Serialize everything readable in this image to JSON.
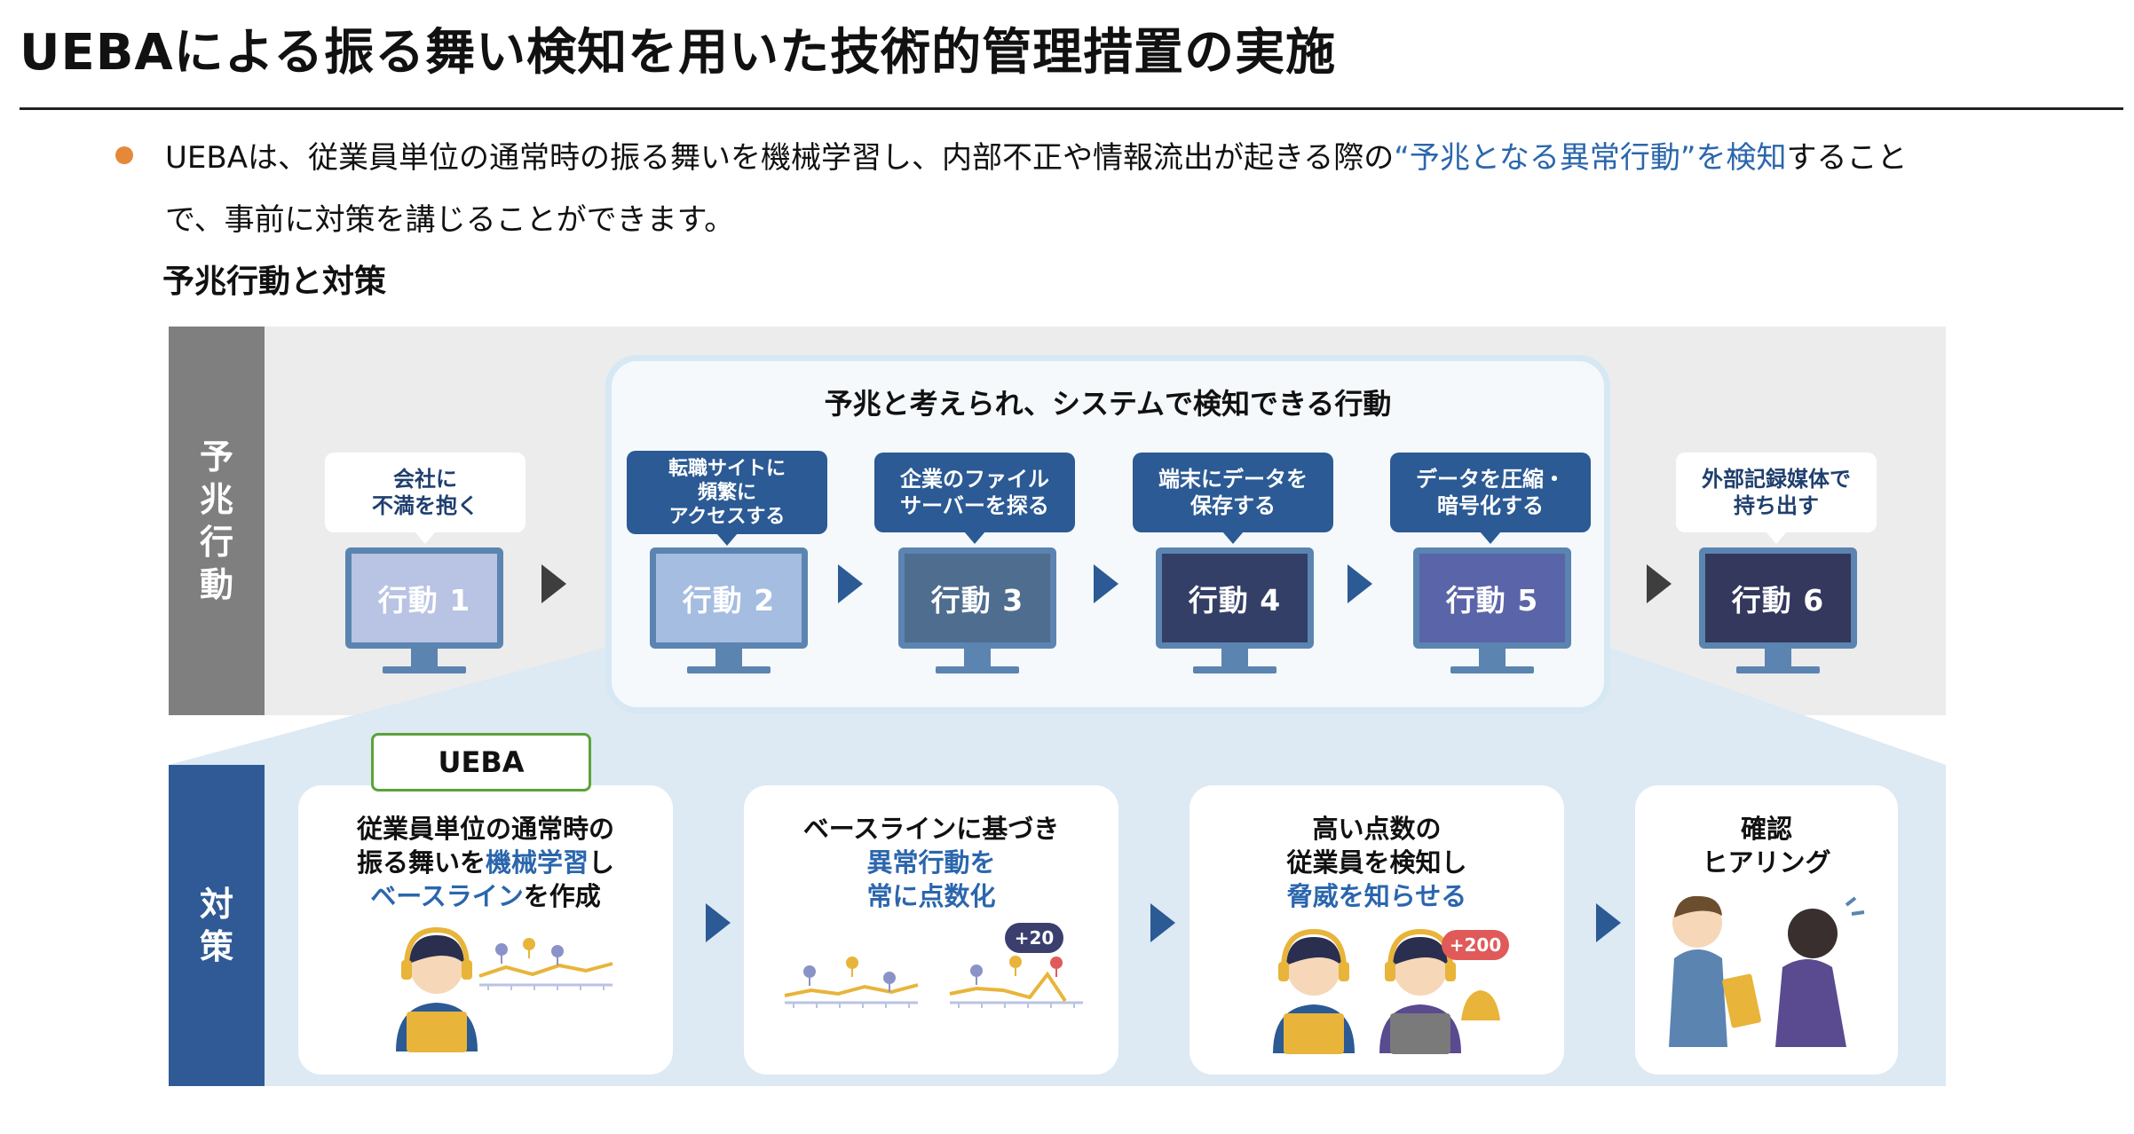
{
  "page": {
    "title": "UEBAによる振る舞い検知を用いた技術的管理措置の実施",
    "intro": {
      "line1_a": "UEBAは、従業員単位の通常時の振る舞いを機械学習し、内部不正や情報流出が起きる際の",
      "line1_highlight": "“予兆となる異常行動”を検知",
      "line1_b": "すること",
      "line2": "で、事前に対策を講じることができます。"
    },
    "subheading": "予兆行動と対策"
  },
  "rows": {
    "top_label": "予兆行動",
    "bottom_label": "対策"
  },
  "detect_box": {
    "title": "予兆と考えられ、システムで検知できる行動"
  },
  "behaviors": [
    {
      "bubble": "会社に\n不満を抱く",
      "label": "行動 1",
      "screen_color": "#b9c3e3",
      "bubble_style": "light"
    },
    {
      "bubble": "転職サイトに\n頻繁に\nアクセスする",
      "label": "行動 2",
      "screen_color": "#a4bde0",
      "bubble_style": "dark"
    },
    {
      "bubble": "企業のファイル\nサーバーを探る",
      "label": "行動 3",
      "screen_color": "#4f6d8f",
      "bubble_style": "dark"
    },
    {
      "bubble": "端末にデータを\n保存する",
      "label": "行動 4",
      "screen_color": "#333f66",
      "bubble_style": "dark"
    },
    {
      "bubble": "データを圧縮・\n暗号化する",
      "label": "行動 5",
      "screen_color": "#5a64a8",
      "bubble_style": "dark"
    },
    {
      "bubble": "外部記録媒体で\n持ち出す",
      "label": "行動 6",
      "screen_color": "#33385c",
      "bubble_style": "light"
    }
  ],
  "ueba_tag": "UEBA",
  "measures": [
    {
      "l1": "従業員単位の通常時の",
      "l2a": "振る舞いを",
      "l2b": "機械学習",
      "l2c": "し",
      "l3a": "ベースライン",
      "l3b": "を作成"
    },
    {
      "l1": "ベースラインに基づき",
      "l2": "異常行動を",
      "l3": "常に点数化",
      "badge": "+20"
    },
    {
      "l1": "高い点数の",
      "l2": "従業員を検知し",
      "l3": "脅威を知らせる",
      "badge": "+200"
    },
    {
      "l1": "確認",
      "l2": "ヒアリング"
    }
  ],
  "colors": {
    "accent_blue": "#2b66ad",
    "dark_blue": "#2b5a94",
    "orange_bullet": "#e6883a",
    "green_tag": "#5aa33a",
    "gray_band": "#ececec",
    "light_blue_band": "#dde9f3"
  }
}
